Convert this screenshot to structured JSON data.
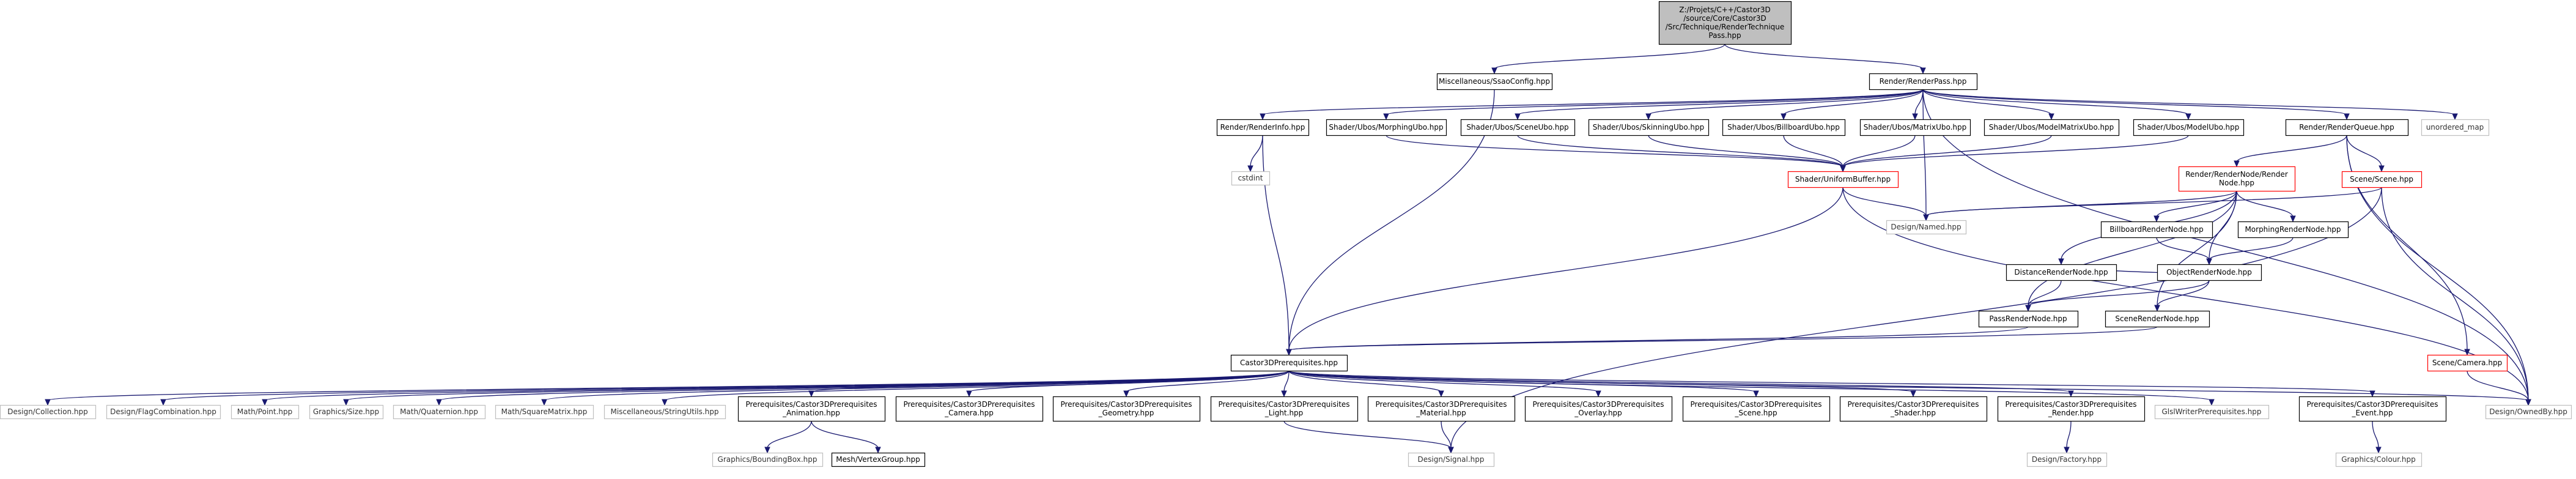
{
  "diagram": {
    "nodes": [
      {
        "id": "root",
        "lines": [
          "Z:/Projets/C++/Castor3D",
          "/source/Core/Castor3D",
          "/Src/Technique/RenderTechnique",
          "Pass.hpp"
        ],
        "style": "root"
      },
      {
        "id": "syncconfig",
        "lines": [
          "Miscellaneous/SsaoConfig.hpp"
        ],
        "style": "doc"
      },
      {
        "id": "renderpass",
        "lines": [
          "Render/RenderPass.hpp"
        ],
        "style": "doc"
      },
      {
        "id": "renderinfo",
        "lines": [
          "Render/RenderInfo.hpp"
        ],
        "style": "doc"
      },
      {
        "id": "morphingubo",
        "lines": [
          "Shader/Ubos/MorphingUbo.hpp"
        ],
        "style": "doc"
      },
      {
        "id": "sceneubo",
        "lines": [
          "Shader/Ubos/SceneUbo.hpp"
        ],
        "style": "doc"
      },
      {
        "id": "skinningubo",
        "lines": [
          "Shader/Ubos/SkinningUbo.hpp"
        ],
        "style": "doc"
      },
      {
        "id": "billboardubo",
        "lines": [
          "Shader/Ubos/BillboardUbo.hpp"
        ],
        "style": "doc"
      },
      {
        "id": "matrixubo",
        "lines": [
          "Shader/Ubos/MatrixUbo.hpp"
        ],
        "style": "doc"
      },
      {
        "id": "modelmatrixubo",
        "lines": [
          "Shader/Ubos/ModelMatrixUbo.hpp"
        ],
        "style": "doc"
      },
      {
        "id": "modelubo",
        "lines": [
          "Shader/Ubos/ModelUbo.hpp"
        ],
        "style": "doc"
      },
      {
        "id": "renderqueue",
        "lines": [
          "Render/RenderQueue.hpp"
        ],
        "style": "doc"
      },
      {
        "id": "unordered_map",
        "lines": [
          "unordered_map"
        ],
        "style": "ext"
      },
      {
        "id": "cstdint",
        "lines": [
          "cstdint"
        ],
        "style": "ext"
      },
      {
        "id": "uniformbuffer",
        "lines": [
          "Shader/UniformBuffer.hpp"
        ],
        "style": "red"
      },
      {
        "id": "rendernode",
        "lines": [
          "Render/RenderNode/Render",
          "Node.hpp"
        ],
        "style": "red"
      },
      {
        "id": "scenehpp",
        "lines": [
          "Scene/Scene.hpp"
        ],
        "style": "red"
      },
      {
        "id": "named",
        "lines": [
          "Design/Named.hpp"
        ],
        "style": "ext"
      },
      {
        "id": "billboardnode",
        "lines": [
          "BillboardRenderNode.hpp"
        ],
        "style": "doc"
      },
      {
        "id": "morphingnode",
        "lines": [
          "MorphingRenderNode.hpp"
        ],
        "style": "doc"
      },
      {
        "id": "distancenode",
        "lines": [
          "DistanceRenderNode.hpp"
        ],
        "style": "doc"
      },
      {
        "id": "objectnode",
        "lines": [
          "ObjectRenderNode.hpp"
        ],
        "style": "doc"
      },
      {
        "id": "passnode",
        "lines": [
          "PassRenderNode.hpp"
        ],
        "style": "doc"
      },
      {
        "id": "scenenode",
        "lines": [
          "SceneRenderNode.hpp"
        ],
        "style": "doc"
      },
      {
        "id": "camera",
        "lines": [
          "Scene/Camera.hpp"
        ],
        "style": "red"
      },
      {
        "id": "prereq",
        "lines": [
          "Castor3DPrerequisites.hpp"
        ],
        "style": "doc"
      },
      {
        "id": "collection",
        "lines": [
          "Design/Collection.hpp"
        ],
        "style": "ext"
      },
      {
        "id": "flagcomb",
        "lines": [
          "Design/FlagCombination.hpp"
        ],
        "style": "ext"
      },
      {
        "id": "point",
        "lines": [
          "Math/Point.hpp"
        ],
        "style": "ext"
      },
      {
        "id": "size",
        "lines": [
          "Graphics/Size.hpp"
        ],
        "style": "ext"
      },
      {
        "id": "quat",
        "lines": [
          "Math/Quaternion.hpp"
        ],
        "style": "ext"
      },
      {
        "id": "sqmatrix",
        "lines": [
          "Math/SquareMatrix.hpp"
        ],
        "style": "ext"
      },
      {
        "id": "strutils",
        "lines": [
          "Miscellaneous/StringUtils.hpp"
        ],
        "style": "ext"
      },
      {
        "id": "p_anim",
        "lines": [
          "Prerequisites/Castor3DPrerequisites",
          "_Animation.hpp"
        ],
        "style": "doc"
      },
      {
        "id": "p_cam",
        "lines": [
          "Prerequisites/Castor3DPrerequisites",
          "_Camera.hpp"
        ],
        "style": "doc"
      },
      {
        "id": "p_geom",
        "lines": [
          "Prerequisites/Castor3DPrerequisites",
          "_Geometry.hpp"
        ],
        "style": "doc"
      },
      {
        "id": "p_light",
        "lines": [
          "Prerequisites/Castor3DPrerequisites",
          "_Light.hpp"
        ],
        "style": "doc"
      },
      {
        "id": "p_mat",
        "lines": [
          "Prerequisites/Castor3DPrerequisites",
          "_Material.hpp"
        ],
        "style": "doc"
      },
      {
        "id": "p_ovl",
        "lines": [
          "Prerequisites/Castor3DPrerequisites",
          "_Overlay.hpp"
        ],
        "style": "doc"
      },
      {
        "id": "p_scene",
        "lines": [
          "Prerequisites/Castor3DPrerequisites",
          "_Scene.hpp"
        ],
        "style": "doc"
      },
      {
        "id": "p_shader",
        "lines": [
          "Prerequisites/Castor3DPrerequisites",
          "_Shader.hpp"
        ],
        "style": "doc"
      },
      {
        "id": "p_render",
        "lines": [
          "Prerequisites/Castor3DPrerequisites",
          "_Render.hpp"
        ],
        "style": "doc"
      },
      {
        "id": "glsl",
        "lines": [
          "GlslWriterPrerequisites.hpp"
        ],
        "style": "ext"
      },
      {
        "id": "p_event",
        "lines": [
          "Prerequisites/Castor3DPrerequisites",
          "_Event.hpp"
        ],
        "style": "doc"
      },
      {
        "id": "ownedby",
        "lines": [
          "Design/OwnedBy.hpp"
        ],
        "style": "ext"
      },
      {
        "id": "bbox",
        "lines": [
          "Graphics/BoundingBox.hpp"
        ],
        "style": "ext"
      },
      {
        "id": "vgroup",
        "lines": [
          "Mesh/VertexGroup.hpp"
        ],
        "style": "doc"
      },
      {
        "id": "signal",
        "lines": [
          "Design/Signal.hpp"
        ],
        "style": "ext"
      },
      {
        "id": "factory",
        "lines": [
          "Design/Factory.hpp"
        ],
        "style": "ext"
      },
      {
        "id": "colour",
        "lines": [
          "Graphics/Colour.hpp"
        ],
        "style": "ext"
      }
    ],
    "edges": [
      [
        "root",
        "syncconfig"
      ],
      [
        "root",
        "renderpass"
      ],
      [
        "syncconfig",
        "prereq"
      ],
      [
        "renderpass",
        "renderinfo"
      ],
      [
        "renderpass",
        "morphingubo"
      ],
      [
        "renderpass",
        "sceneubo"
      ],
      [
        "renderpass",
        "skinningubo"
      ],
      [
        "renderpass",
        "billboardubo"
      ],
      [
        "renderpass",
        "matrixubo"
      ],
      [
        "renderpass",
        "modelmatrixubo"
      ],
      [
        "renderpass",
        "modelubo"
      ],
      [
        "renderpass",
        "renderqueue"
      ],
      [
        "renderpass",
        "unordered_map"
      ],
      [
        "renderpass",
        "named"
      ],
      [
        "renderpass",
        "ownedby"
      ],
      [
        "renderinfo",
        "cstdint"
      ],
      [
        "renderinfo",
        "prereq"
      ],
      [
        "morphingubo",
        "uniformbuffer"
      ],
      [
        "sceneubo",
        "uniformbuffer"
      ],
      [
        "skinningubo",
        "uniformbuffer"
      ],
      [
        "billboardubo",
        "uniformbuffer"
      ],
      [
        "matrixubo",
        "uniformbuffer"
      ],
      [
        "modelmatrixubo",
        "uniformbuffer"
      ],
      [
        "modelubo",
        "uniformbuffer"
      ],
      [
        "uniformbuffer",
        "named"
      ],
      [
        "uniformbuffer",
        "prereq"
      ],
      [
        "uniformbuffer",
        "ownedby"
      ],
      [
        "renderqueue",
        "rendernode"
      ],
      [
        "renderqueue",
        "scenehpp"
      ],
      [
        "renderqueue",
        "camera"
      ],
      [
        "renderqueue",
        "ownedby"
      ],
      [
        "rendernode",
        "named"
      ],
      [
        "rendernode",
        "billboardnode"
      ],
      [
        "rendernode",
        "morphingnode"
      ],
      [
        "rendernode",
        "distancenode"
      ],
      [
        "rendernode",
        "objectnode"
      ],
      [
        "rendernode",
        "passnode"
      ],
      [
        "rendernode",
        "scenenode"
      ],
      [
        "scenehpp",
        "named"
      ],
      [
        "scenehpp",
        "ownedby"
      ],
      [
        "scenehpp",
        "signal"
      ],
      [
        "billboardnode",
        "objectnode"
      ],
      [
        "morphingnode",
        "objectnode"
      ],
      [
        "distancenode",
        "objectnode"
      ],
      [
        "distancenode",
        "passnode"
      ],
      [
        "objectnode",
        "passnode"
      ],
      [
        "objectnode",
        "scenenode"
      ],
      [
        "passnode",
        "prereq"
      ],
      [
        "scenenode",
        "prereq"
      ],
      [
        "camera",
        "ownedby"
      ],
      [
        "prereq",
        "collection"
      ],
      [
        "prereq",
        "flagcomb"
      ],
      [
        "prereq",
        "point"
      ],
      [
        "prereq",
        "size"
      ],
      [
        "prereq",
        "quat"
      ],
      [
        "prereq",
        "sqmatrix"
      ],
      [
        "prereq",
        "strutils"
      ],
      [
        "prereq",
        "p_anim"
      ],
      [
        "prereq",
        "p_cam"
      ],
      [
        "prereq",
        "p_geom"
      ],
      [
        "prereq",
        "p_light"
      ],
      [
        "prereq",
        "p_mat"
      ],
      [
        "prereq",
        "p_ovl"
      ],
      [
        "prereq",
        "p_scene"
      ],
      [
        "prereq",
        "p_shader"
      ],
      [
        "prereq",
        "p_render"
      ],
      [
        "prereq",
        "glsl"
      ],
      [
        "prereq",
        "p_event"
      ],
      [
        "prereq",
        "ownedby"
      ],
      [
        "p_anim",
        "bbox"
      ],
      [
        "p_anim",
        "vgroup"
      ],
      [
        "p_light",
        "signal"
      ],
      [
        "p_mat",
        "signal"
      ],
      [
        "p_render",
        "factory"
      ],
      [
        "p_event",
        "colour"
      ]
    ]
  }
}
